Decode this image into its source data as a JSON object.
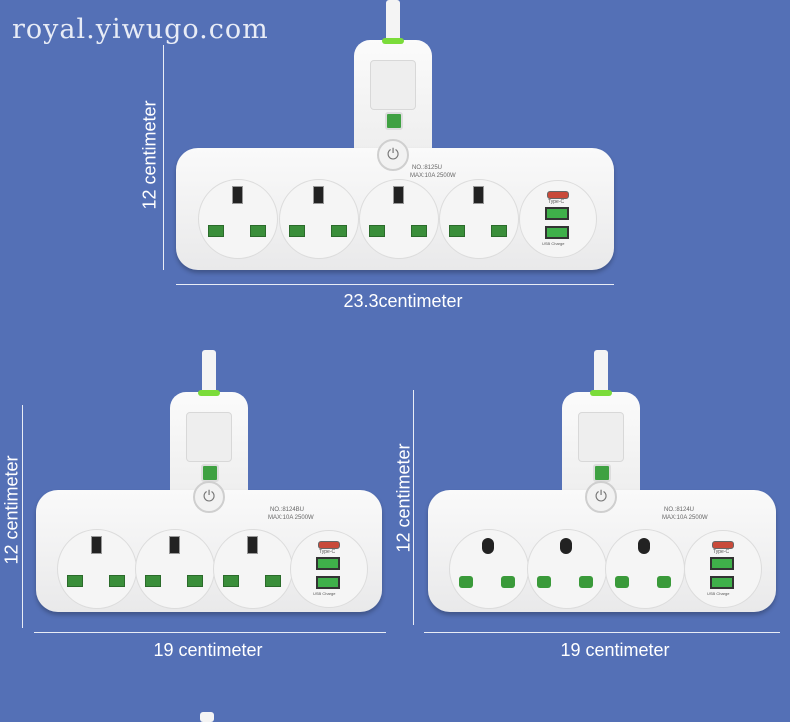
{
  "watermark": "royal.yiwugo.com",
  "products": [
    {
      "model": "NO.:8125U",
      "rating": "MAX:10A 2500W",
      "socket_type": "uk",
      "socket_count": 4,
      "typec_label": "Type-C",
      "usb_label": "USB Charge",
      "height_label": "12 centimeter",
      "width_label": "23.3centimeter"
    },
    {
      "model": "NO.:8124BU",
      "rating": "MAX:10A 2500W",
      "socket_type": "uk",
      "socket_count": 3,
      "typec_label": "Type-C",
      "usb_label": "USB Charge",
      "height_label": "12 centimeter",
      "width_label": "19 centimeter"
    },
    {
      "model": "NO.:8124U",
      "rating": "MAX:10A 2500W",
      "socket_type": "universal",
      "socket_count": 3,
      "typec_label": "Type-C",
      "usb_label": "USB Charge",
      "height_label": "12 centimeter",
      "width_label": "19 centimeter"
    }
  ],
  "colors": {
    "background": "#5470b6",
    "accent_green": "#3fa142"
  }
}
